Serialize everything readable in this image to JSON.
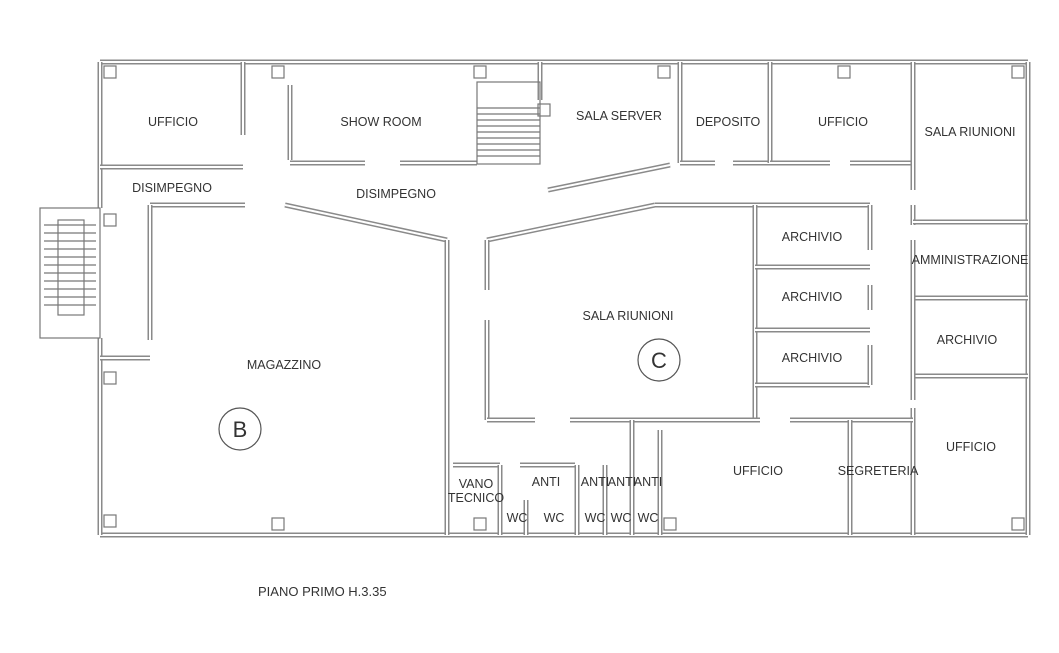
{
  "rooms": {
    "ufficio_nw": "UFFICIO",
    "show_room": "SHOW ROOM",
    "sala_server": "SALA SERVER",
    "deposito": "DEPOSITO",
    "ufficio_n": "UFFICIO",
    "sala_riunioni_ne": "SALA RIUNIONI",
    "disimpegno_w": "DISIMPEGNO",
    "disimpegno_c": "DISIMPEGNO",
    "archivio_1": "ARCHIVIO",
    "archivio_2": "ARCHIVIO",
    "archivio_3": "ARCHIVIO",
    "amministrazione": "AMMINISTRAZIONE",
    "archivio_e": "ARCHIVIO",
    "sala_riunioni_c": "SALA RIUNIONI",
    "magazzino": "MAGAZZINO",
    "ufficio_se": "UFFICIO",
    "ufficio_s": "UFFICIO",
    "segreteria": "SEGRETERIA",
    "vano_tecnico_1": "VANO",
    "vano_tecnico_2": "TECNICO",
    "anti_1": "ANTI",
    "anti_2": "ANTI",
    "anti_3": "ANTI",
    "anti_4": "ANTI",
    "wc_1": "WC",
    "wc_2": "WC",
    "wc_3": "WC",
    "wc_4": "WC",
    "wc_5": "WC"
  },
  "zones": {
    "b": "B",
    "c": "C"
  },
  "caption": "PIANO PRIMO  H.3.35"
}
